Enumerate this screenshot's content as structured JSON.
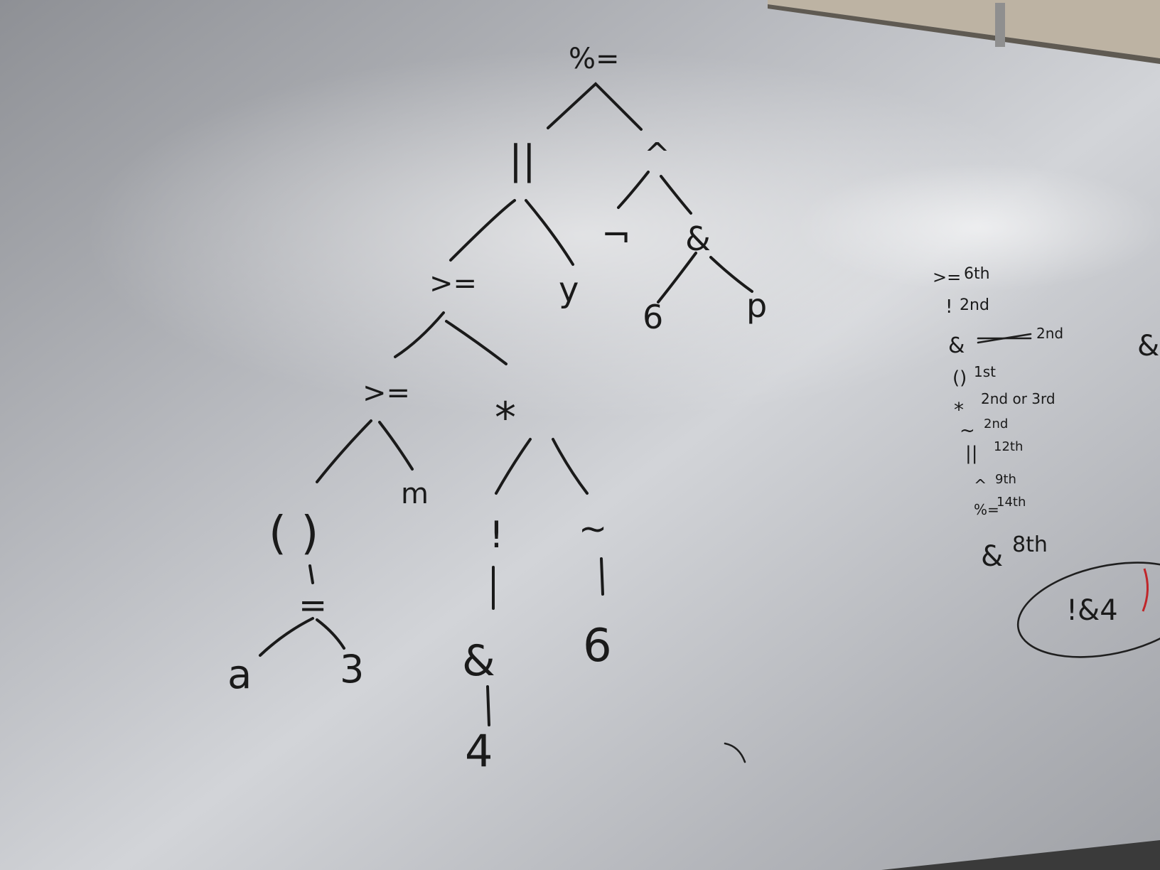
{
  "whiteboard": {
    "tree": {
      "root": "%=",
      "or_node": "||",
      "xor_node": "^",
      "not_node": "¬",
      "bitand_node": "&",
      "six_a": "6",
      "p": "p",
      "ge_upper": ">=",
      "y": "y",
      "ge_lower": ">=",
      "star": "*",
      "paren": "( )",
      "m": "m",
      "equals": "=",
      "a": "a",
      "three": "3",
      "bang": "!",
      "tilde": "~",
      "amp_lower": "&",
      "four": "4",
      "six_b": "6"
    },
    "precedence_notes": [
      {
        "op": ">=",
        "rank": "6th"
      },
      {
        "op": "!",
        "rank": "2nd"
      },
      {
        "op": "&",
        "rank": "2nd"
      },
      {
        "op": "()",
        "rank": "1st"
      },
      {
        "op": "*",
        "rank": "2nd or 3rd"
      },
      {
        "op": "~",
        "rank": "2nd"
      },
      {
        "op": "||",
        "rank": "12th"
      },
      {
        "op": "^",
        "rank": "9th"
      },
      {
        "op": "%=",
        "rank": "14th"
      },
      {
        "op": "&",
        "rank": "8th"
      }
    ],
    "circled_expression": "!&4",
    "edge_fragment": "&"
  }
}
